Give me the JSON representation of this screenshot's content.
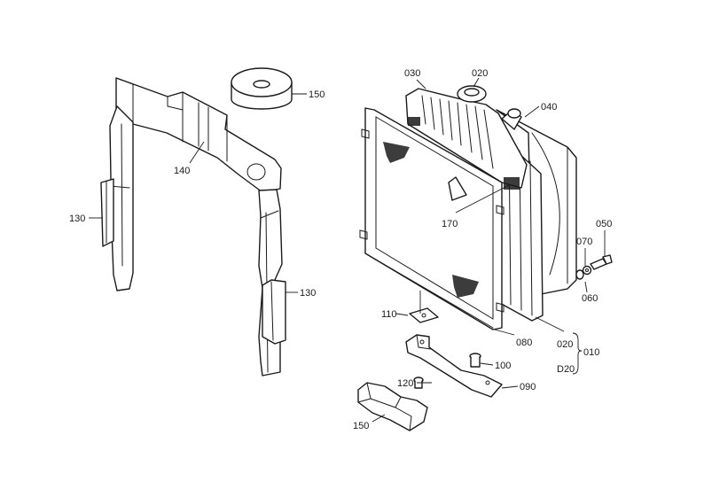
{
  "labels": {
    "p010": "010",
    "p020_top": "020",
    "p020_side": "020",
    "p020_side2": "D20",
    "p030": "030",
    "p040": "040",
    "p050": "050",
    "p060": "060",
    "p070": "070",
    "p080": "080",
    "p090": "090",
    "p100": "100",
    "p110": "110",
    "p120": "120",
    "p130_left": "130",
    "p130_right": "130",
    "p140": "140",
    "p150_top": "150",
    "p150_bottom": "150",
    "p170": "170"
  }
}
